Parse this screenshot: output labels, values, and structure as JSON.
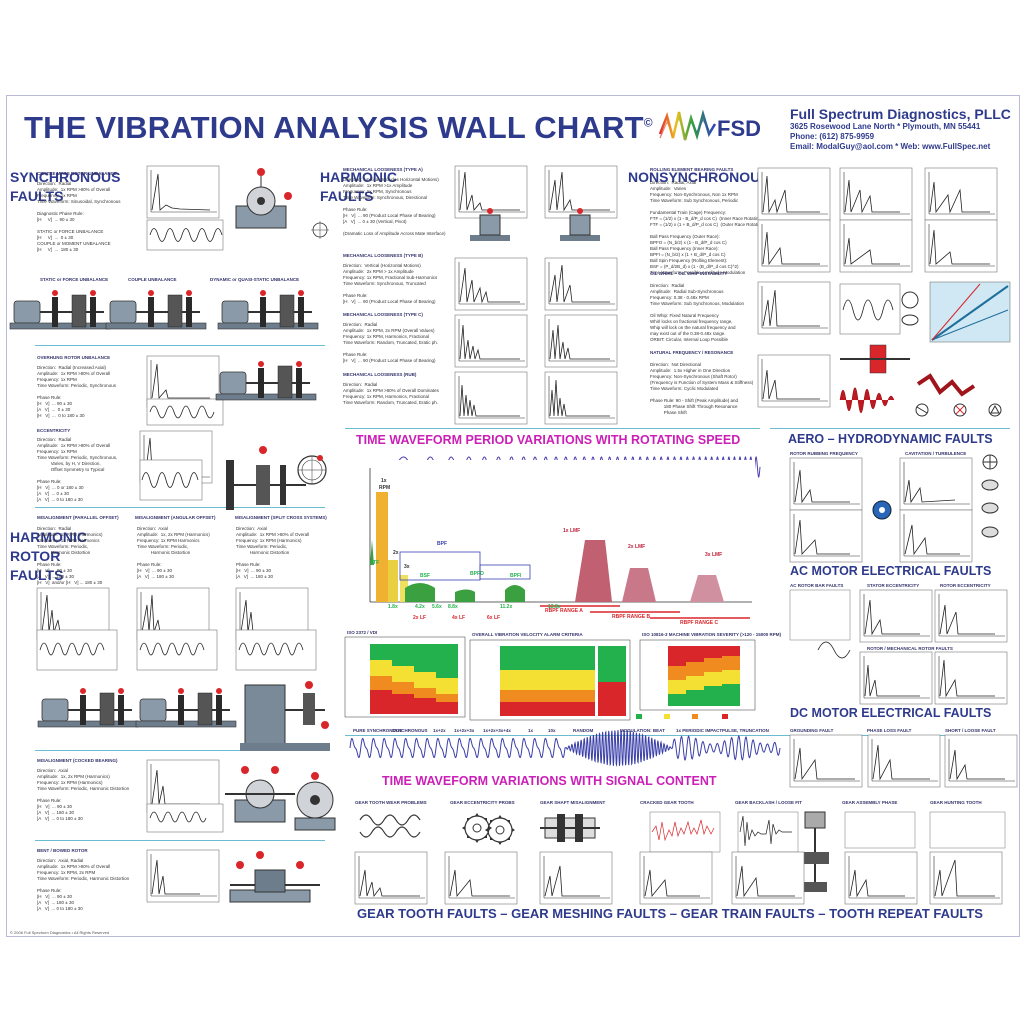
{
  "header": {
    "title": "THE VIBRATION ANALYSIS WALL CHART",
    "copyright_mark": "©",
    "company_name": "Full Spectrum Diagnostics, PLLC",
    "address": "3625 Rosewood Lane North * Plymouth, MN 55441",
    "phone": "Phone: (612) 875-9959",
    "contact": "Email: ModalGuy@aol.com * Web: www.FullSpec.net",
    "logo_text": "FSD"
  },
  "side_titles": {
    "synchronous_faults": "SYNCHRONOUS\nFAULTS",
    "harmonic_rotor_faults": "HARMONIC\nROTOR\nFAULTS",
    "harmonic_faults": "HARMONIC\nFAULTS",
    "nonsynchronous": "NONSYNCHRONOUS"
  },
  "section_headers": {
    "time_waveform_period": "TIME WAVEFORM PERIOD VARIATIONS WITH ROTATING SPEED",
    "aero_hydro": "AERO – HYDRODYNAMIC FAULTS",
    "ac_motor": "AC MOTOR ELECTRICAL FAULTS",
    "dc_motor": "DC MOTOR ELECTRICAL FAULTS",
    "time_waveform_signal": "TIME WAVEFORM VARIATIONS WITH SIGNAL CONTENT",
    "gear_faults": "GEAR TOOTH FAULTS – GEAR MESHING FAULTS – GEAR TRAIN FAULTS – TOOTH REPEAT FAULTS"
  },
  "subsections": {
    "centre_mass": "CENTRE MASS ROTOR UNBALANCE",
    "static_unbalance": "STATIC or FORCE UNBALANCE",
    "couple_unbalance": "COUPLE UNBALANCE",
    "dynamic_unbalance": "DYNAMIC or QUASI-STATIC UNBALANCE",
    "overhung": "OVERHUNG ROTOR UNBALANCE",
    "eccentricity": "ECCENTRICITY",
    "misalign_parallel": "MISALIGNMENT (PARALLEL OFFSET)",
    "misalign_angular": "MISALIGNMENT (ANGULAR OFFSET)",
    "misalign_split": "MISALIGNMENT (SPLIT CROSS SYSTEMS)",
    "misalign_cocked": "MISALIGNMENT (COCKED BEARING)",
    "bent_rotor": "BENT / BOWED ROTOR",
    "mech_looseness_a": "MECHANICAL LOOSENESS (TYPE A)",
    "mech_looseness_b": "MECHANICAL LOOSENESS (TYPE B)",
    "mech_looseness_c": "MECHANICAL LOOSENESS (TYPE C)",
    "mech_rub": "MECHANICAL LOOSENESS (RUB)",
    "rolling_element": "ROLLING ELEMENT BEARING FAULTS",
    "oil_whirl": "OIL WHIRL – OIL WHIP INSTABILITY",
    "natural_frequency": "NATURAL FREQUENCY / RESONANCE",
    "rotor_rubbing": "ROTOR RUBBING FREQUENCY",
    "cavitation": "CAVITATION / TURBULENCE",
    "ac_rotor_bar": "AC ROTOR BAR FAULTS",
    "stator_eccentricity": "STATOR ECCENTRICITY",
    "rotor_eccentricity": "ROTOR ECCENTRICITY",
    "rotor_mechanical": "ROTOR / MECHANICAL ROTOR FAULTS",
    "grounding": "GROUNDING FAULT",
    "phase_loss": "PHASE LOSS FAULT",
    "short_loose": "SHORT / LOOSE FAULT",
    "gear_tooth_wear": "GEAR TOOTH WEAR PROBLEMS",
    "gear_eccentric": "GEAR ECCENTRICITY PROBS",
    "gear_shaft_misalign": "GEAR SHAFT MISALIGNMENT",
    "cracked_tooth": "CRACKED GEAR TOOTH",
    "gear_backlash": "GEAR BACKLASH / LOOSE FIT",
    "gear_assembly": "GEAR ASSEMBLY PHASE",
    "gear_hunting": "GEAR HUNTING TOOTH"
  },
  "spectrum_labels": {
    "1x": "1x",
    "rpm": "RPM",
    "2x": "2x",
    "3x": "3x",
    "ftf": "FTF",
    "bsf": "BSF",
    "bpfo": "BPFO",
    "bpfi": "BPFI",
    "bpf": "BPF",
    "lmf1": "1x LMF",
    "lmf2": "2x LMF",
    "lmf3": "3x LMF",
    "x18": "1.8x",
    "x42": "4.2x",
    "x56": "5.6x",
    "x88": "8.8x",
    "x112": "11.2x",
    "x138": "13.8x",
    "lf2": "2x LF",
    "lf4": "4x LF",
    "lf6": "6x LF",
    "rbpf_a": "RBPF RANGE A",
    "rbpf_b": "RBPF RANGE B",
    "rbpf_c": "RBPF RANGE C"
  },
  "signal_labels": [
    "PURE SYNCHRONOUS",
    "SYNCHRONOUS",
    "1x+2x",
    "1x+2x+3x",
    "1x+2x+3x+4x",
    "1x",
    "10x",
    "RANDOM",
    "MODULATION: BEAT",
    "1x PERIODIC IMPACT",
    "PULSE, TRUNCATION"
  ],
  "tables": {
    "iso_title": "ISO 2372 / VDI",
    "severity_title": "OVERALL VIBRATION VELOCITY ALARM CRITERIA",
    "iso10816_title": "ISO 10816-3 MACHINE VIBRATION SEVERITY (>120 - 15000 RPM)"
  },
  "footer": {
    "copyright": "© 2006 Full Spectrum Diagnostics • All Rights Reserved"
  },
  "colors": {
    "navy": "#2e3a8c",
    "magenta": "#cc1fb7",
    "red": "#d8262b",
    "green": "#22b14c",
    "yellow": "#f3e033",
    "orange": "#f08c1f"
  }
}
